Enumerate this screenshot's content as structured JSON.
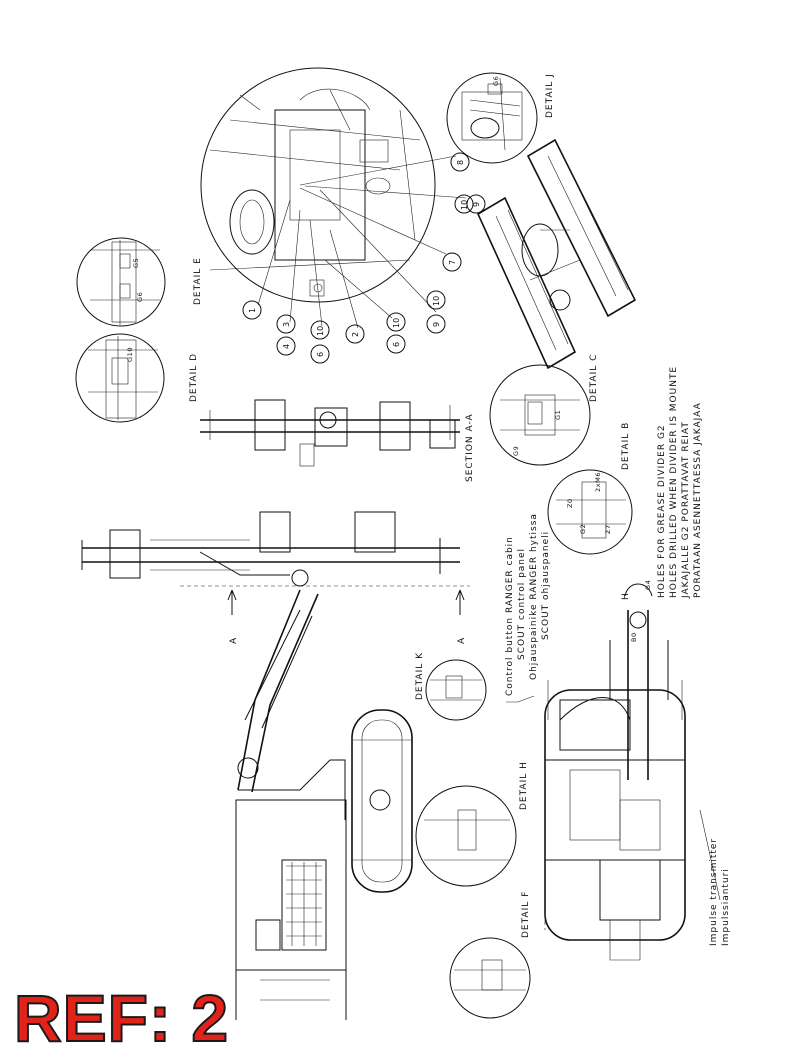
{
  "labels": {
    "detail_j": "DETAIL J",
    "detail_e": "DETAIL E",
    "detail_d": "DETAIL D",
    "detail_c": "DETAIL C",
    "detail_b": "DETAIL B",
    "detail_k": "DETAIL K",
    "detail_h": "DETAIL H",
    "detail_f": "DETAIL F",
    "section_aa": "SECTION A-A",
    "section_a_left": "A",
    "section_a_right": "A",
    "detail_h_mark": "H"
  },
  "grease_points": {
    "g5": "G5",
    "g6": "G6",
    "g10": "G10",
    "g9": "G9",
    "g1": "G1",
    "g2": "G2",
    "g4": "G4",
    "z0": "Z0",
    "z7": "Z7",
    "z_n6": "2xM6",
    "b0": "B0"
  },
  "bubbles": [
    "1",
    "3",
    "4",
    "10",
    "6",
    "2",
    "10",
    "6",
    "10",
    "9",
    "7",
    "8",
    "10",
    "9"
  ],
  "notes": {
    "control_button_1": "Control button RANGER cabin",
    "control_button_2": "SCOUT control panel",
    "control_button_3": "Ohjauspainike RANGER hytissa",
    "control_button_4": "SCOUT ohjauspaneli",
    "holes_1": "HOLES FOR GREASE DIVIDER G2",
    "holes_2": "HOLES DRILLED WHEN DIVIDER IS MOUNTE",
    "holes_3": "JAKAJALLE G2 PORATTAVAT REIAT",
    "holes_4": "PORATAAN ASENNETTAESSA JAKAJAA",
    "impulse_1": "Impulse transmitter",
    "impulse_2": "Impulssianturi"
  },
  "ref_stamp": "REF: 2",
  "colors": {
    "ink": "#111111",
    "stamp": "#e2231a"
  }
}
